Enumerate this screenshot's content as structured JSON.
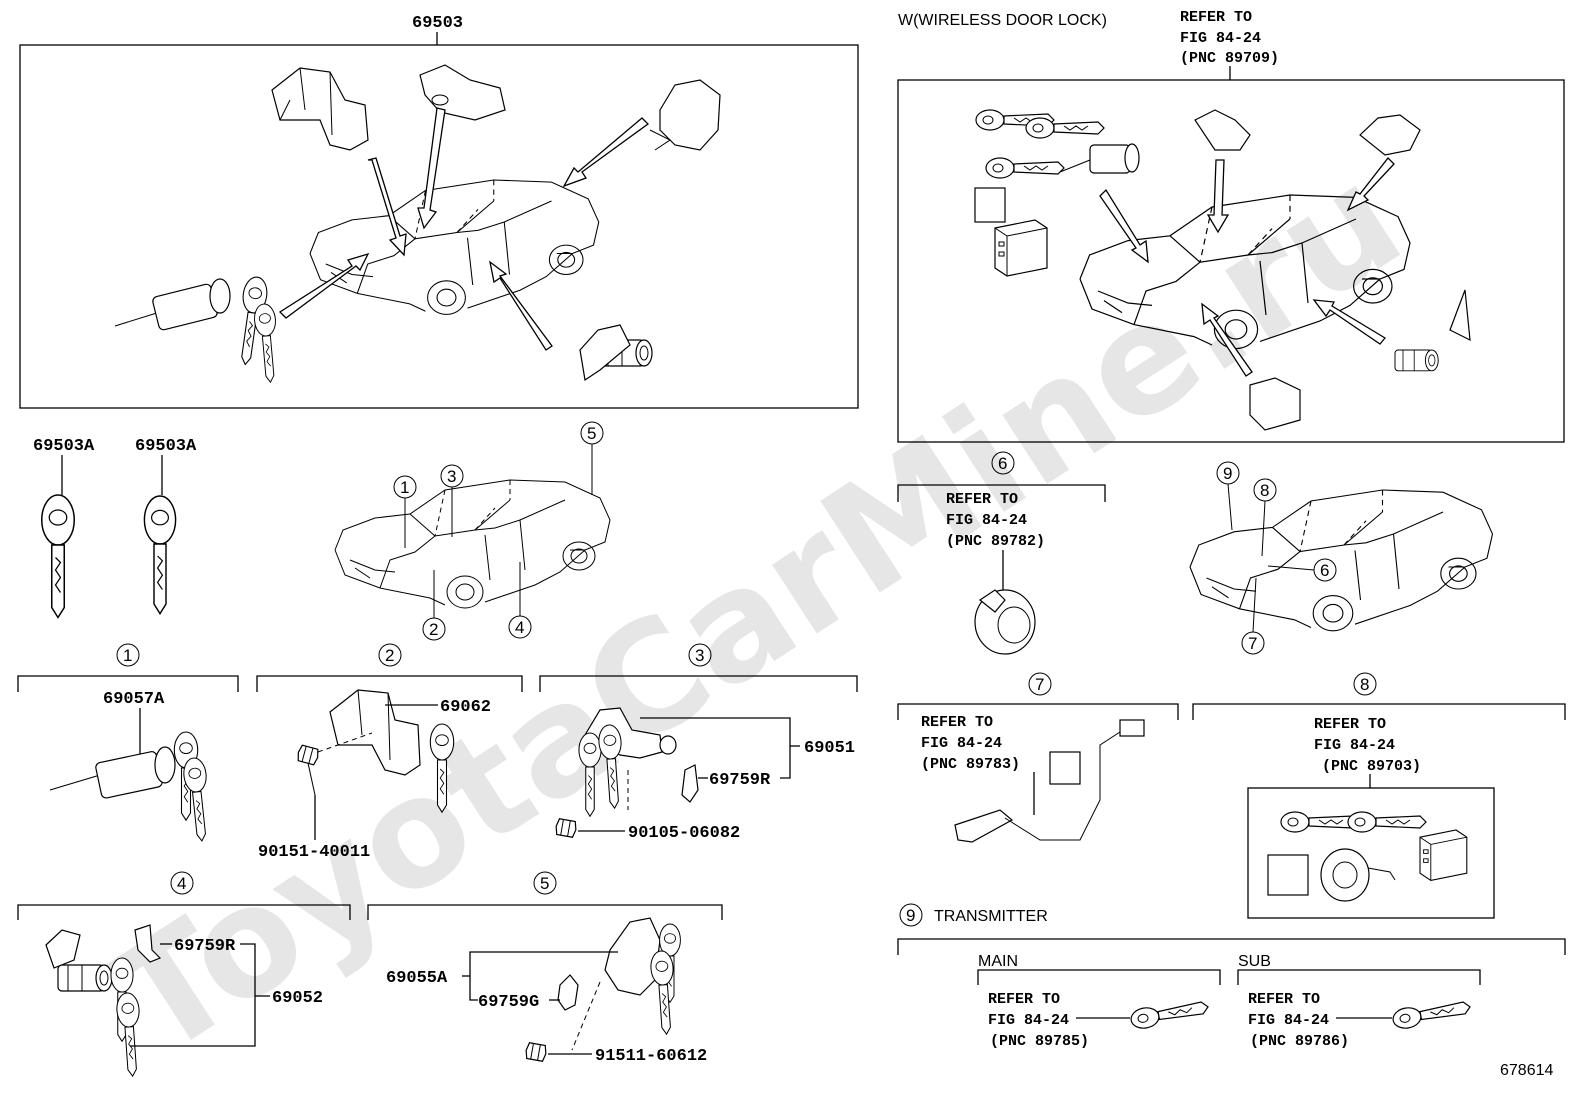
{
  "watermark": "ToyotaCarMine.ru",
  "figure_number": "678614",
  "main_assembly": {
    "part_number": "69503"
  },
  "keys": {
    "key_a": "69503A",
    "key_b": "69503A"
  },
  "wireless": {
    "title": "W(WIRELESS DOOR LOCK)",
    "refer_line1": "REFER TO",
    "refer_line2": "FIG 84-24",
    "refer_line3": "(PNC 89709)"
  },
  "callouts": [
    "1",
    "2",
    "3",
    "4",
    "5",
    "6",
    "7",
    "8",
    "9"
  ],
  "section1": {
    "num": "1",
    "part": "69057A"
  },
  "section2": {
    "num": "2",
    "part_cyl": "69062",
    "part_bolt": "90151-40011"
  },
  "section3": {
    "num": "3",
    "part_cyl": "69051",
    "part_clip": "69759R",
    "part_bolt": "90105-06082"
  },
  "section4": {
    "num": "4",
    "part_clip": "69759R",
    "part_cyl": "69052"
  },
  "section5": {
    "num": "5",
    "part_cyl": "69055A",
    "part_clip": "69759G",
    "part_bolt": "91511-60612"
  },
  "section6": {
    "num": "6",
    "ref1": "REFER TO",
    "ref2": "FIG 84-24",
    "ref3": "(PNC 89782)"
  },
  "section7": {
    "num": "7",
    "ref1": "REFER TO",
    "ref2": "FIG 84-24",
    "ref3": "(PNC 89783)"
  },
  "section8": {
    "num": "8",
    "ref1": "REFER TO",
    "ref2": "FIG 84-24",
    "ref3": "(PNC 89703)"
  },
  "section9": {
    "num": "9",
    "title": "TRANSMITTER",
    "main_label": "MAIN",
    "sub_label": "SUB",
    "main_ref1": "REFER TO",
    "main_ref2": "FIG 84-24",
    "main_ref3": "(PNC 89785)",
    "sub_ref1": "REFER TO",
    "sub_ref2": "FIG 84-24",
    "sub_ref3": "(PNC 89786)"
  }
}
